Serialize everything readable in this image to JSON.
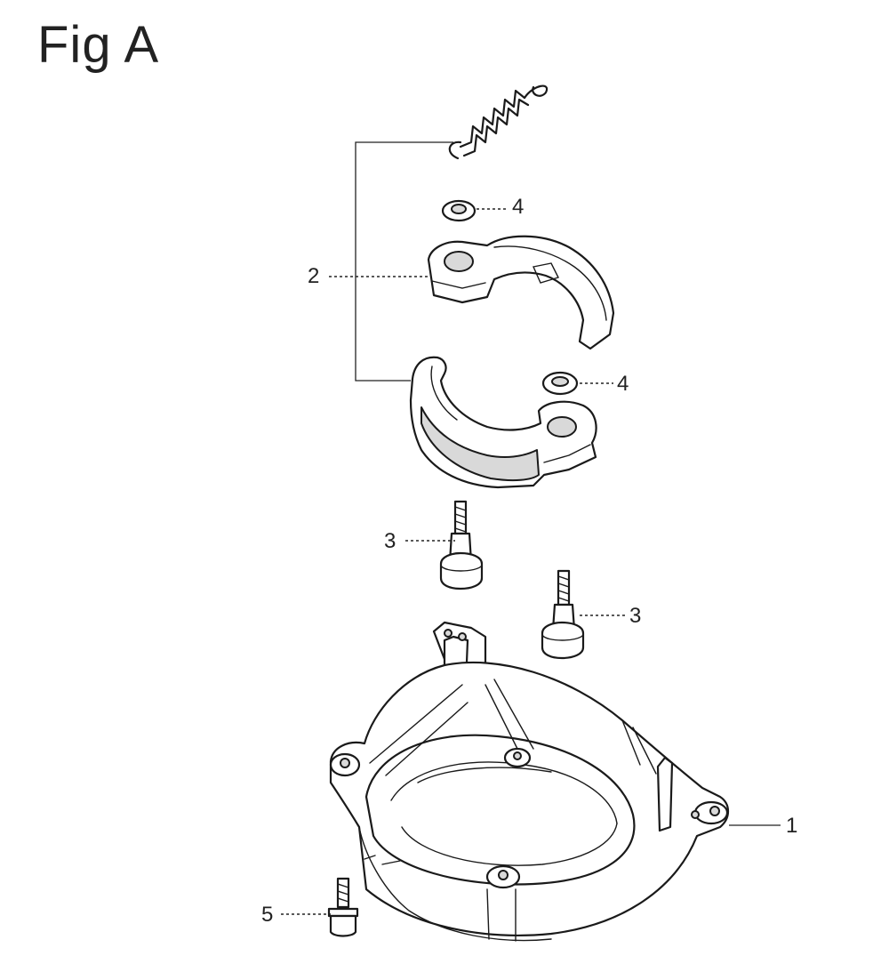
{
  "figure": {
    "title": "Fig A"
  },
  "callouts": [
    {
      "id": "1",
      "text": "1",
      "part": "clutch-housing"
    },
    {
      "id": "2",
      "text": "2",
      "part": "clutch-shoe-set"
    },
    {
      "id": "3a",
      "text": "3",
      "part": "shoulder-bolt"
    },
    {
      "id": "3b",
      "text": "3",
      "part": "shoulder-bolt"
    },
    {
      "id": "4a",
      "text": "4",
      "part": "washer"
    },
    {
      "id": "4b",
      "text": "4",
      "part": "washer"
    },
    {
      "id": "5",
      "text": "5",
      "part": "flange-bolt"
    }
  ]
}
